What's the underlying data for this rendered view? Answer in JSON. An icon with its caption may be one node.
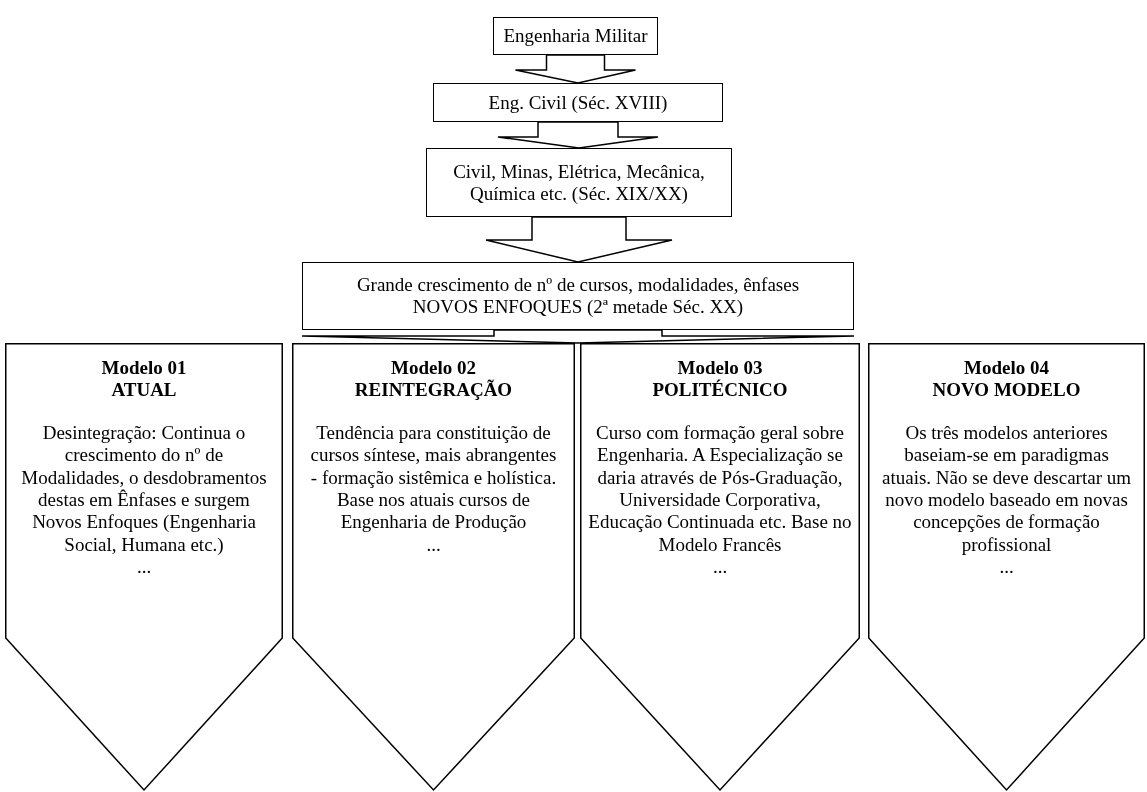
{
  "diagram": {
    "nodes": [
      {
        "text": [
          "Engenharia Militar"
        ]
      },
      {
        "text": [
          "Eng. Civil (Séc. XVIII)"
        ]
      },
      {
        "text": [
          "Civil, Minas, Elétrica, Mecânica, Química etc. (Séc. XIX/XX)"
        ]
      },
      {
        "text": [
          "Grande crescimento de nº de cursos, modalidades, ênfases",
          "NOVOS ENFOQUES (2ª metade Séc. XX)"
        ]
      },
      {
        "text": [
          "Modelo 01",
          "ATUAL",
          "Desintegração: Continua o crescimento do nº de Modalidades, o desdobramentos destas em Ênfases e surgem Novos Enfoques (Engenharia Social, Humana etc.)",
          "..."
        ]
      },
      {
        "text": [
          "Modelo 02",
          "REINTEGRAÇÃO",
          "Tendência para constituição de cursos síntese, mais abrangentes - formação sistêmica e holística. Base nos atuais cursos de Engenharia de Produção",
          "..."
        ]
      },
      {
        "text": [
          "Modelo 03",
          "POLITÉCNICO",
          "Curso com formação geral sobre Engenharia. A Especialização se daria através de Pós-Graduação, Universidade Corporativa, Educação Continuada etc. Base no Modelo Francês",
          "..."
        ]
      },
      {
        "text": [
          "Modelo 04",
          "NOVO MODELO",
          "Os três modelos anteriores baseiam-se em paradigmas atuais. Não se deve descartar um novo modelo baseado em novas concepções de formação profissional",
          "..."
        ]
      }
    ],
    "edges": [
      {
        "from": 0,
        "to": 1,
        "arrow": "to"
      },
      {
        "from": 1,
        "to": 2,
        "arrow": "to"
      },
      {
        "from": 2,
        "to": 3,
        "arrow": "to"
      },
      {
        "from": 3,
        "to": null,
        "arrow": "to"
      }
    ]
  }
}
